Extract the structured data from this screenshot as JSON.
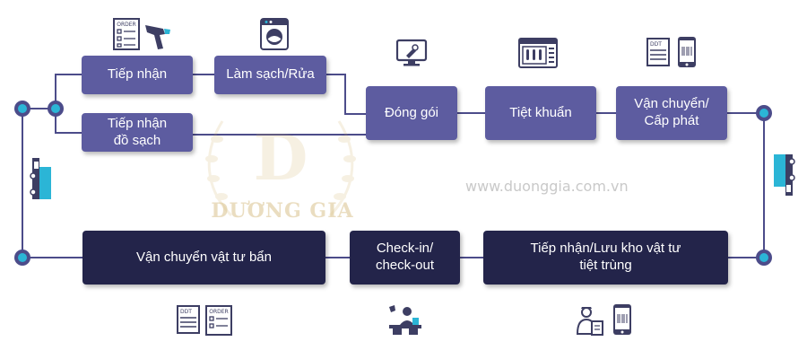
{
  "steps_top": {
    "receive": "Tiếp nhận",
    "clean": "Làm sạch/Rửa",
    "receive_clean": "Tiếp nhận\nđồ sạch",
    "package": "Đóng gói",
    "sterilize": "Tiệt khuẩn",
    "transport_issue": "Vận chuyển/\nCấp phát"
  },
  "steps_bottom": {
    "transport_dirty": "Vận chuyển vật tư bẩn",
    "checkin_checkout": "Check-in/\ncheck-out",
    "receive_store": "Tiếp nhận/Lưu kho vật tư\ntiệt trùng"
  },
  "icons": {
    "order_form": "ORDER",
    "delivery_form": "DDT"
  },
  "watermark": {
    "logo_letter": "D",
    "name": "DƯƠNG GIA",
    "url": "www.duonggia.com.vn"
  },
  "colors": {
    "top_box": "#5d5ca0",
    "bottom_box": "#23244a",
    "line": "#4c4c8a",
    "node_fill": "#2bb5d6",
    "icon_dark": "#3d3e63",
    "icon_accent": "#2bb5d6"
  }
}
